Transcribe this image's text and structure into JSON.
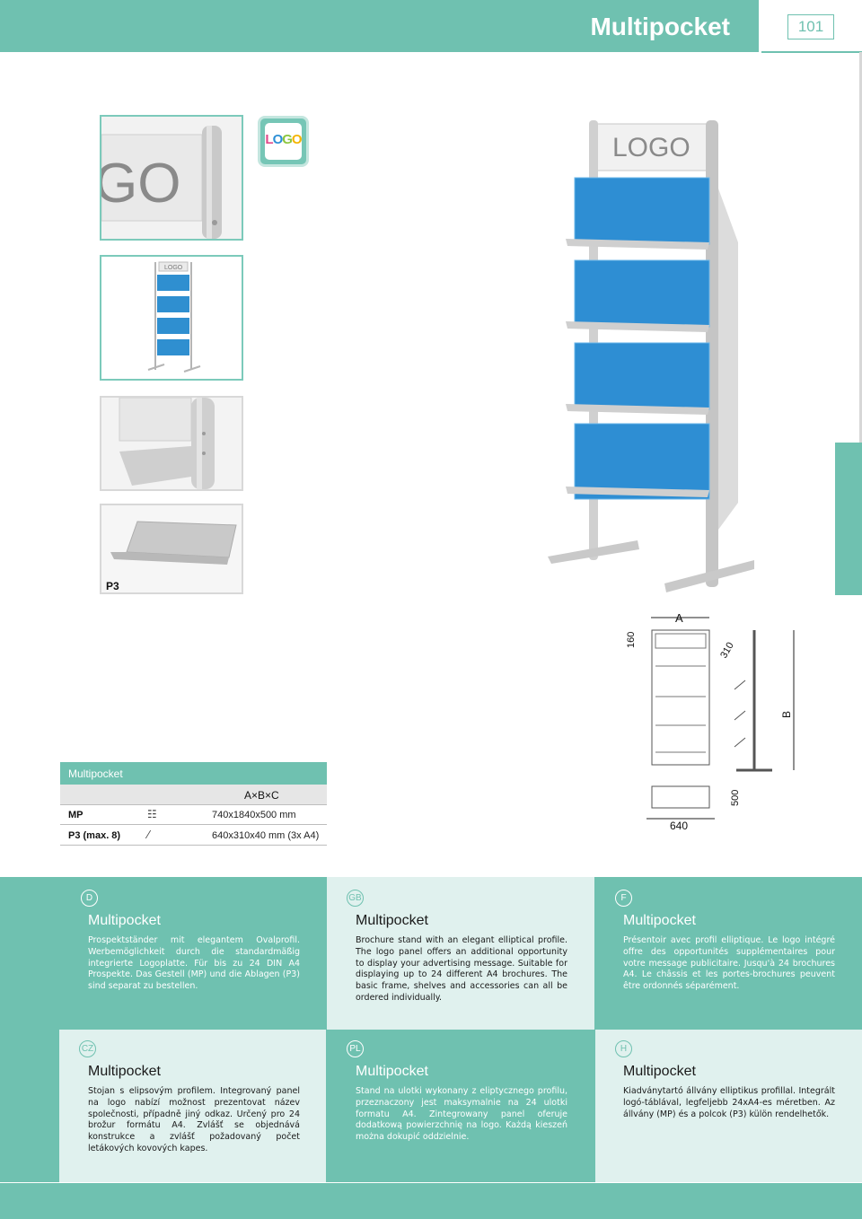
{
  "header": {
    "title": "Multipocket",
    "page_number": "101"
  },
  "images": {
    "logo_badge": "LOGO",
    "panel_logo": "LOGO",
    "p3_label": "P3"
  },
  "drawing": {
    "label_a": "A",
    "label_160": "160",
    "label_310": "310",
    "label_b": "B",
    "label_500": "500",
    "label_640": "640"
  },
  "spec_table": {
    "title": "Multipocket",
    "column_header": "A×B×C",
    "rows": [
      {
        "code": "MP",
        "icon": "stand-icon",
        "dims": "740x1840x500 mm"
      },
      {
        "code": "P3 (max. 8)",
        "icon": "shelf-icon",
        "dims": "640x310x40 mm (3x A4)"
      }
    ]
  },
  "descriptions": [
    {
      "lang": "D",
      "title": "Multipocket",
      "text": "Prospektständer mit elegantem Ovalprofil. Werbemöglichkeit durch die standardmäßig integrierte Logoplatte. Für bis zu 24 DIN A4 Prospekte. Das Gestell (MP) und die Ablagen (P3) sind separat zu bestellen."
    },
    {
      "lang": "GB",
      "title": "Multipocket",
      "text": "Brochure stand with an elegant elliptical profile. The logo panel offers an additional opportunity to display your advertising message. Suitable for displaying up to 24 different A4 brochures. The basic frame, shelves and accessories can all be ordered individually."
    },
    {
      "lang": "F",
      "title": "Multipocket",
      "text": "Présentoir avec profil elliptique. Le logo intégré offre des opportunités supplémentaires pour votre message publicitaire. Jusqu'à 24 brochures A4. Le châssis et les portes-brochures peuvent être ordonnés séparément."
    },
    {
      "lang": "CZ",
      "title": "Multipocket",
      "text": "Stojan s elipsovým profilem. Integrovaný panel na logo nabízí možnost prezentovat název společnosti, případně jiný odkaz. Určený pro 24 brožur formátu A4. Zvlášť se objednává konstrukce a zvlášť požadovaný počet letákových kovových kapes."
    },
    {
      "lang": "PL",
      "title": "Multipocket",
      "text": "Stand na ulotki wykonany z eliptycznego profilu, przeznaczony jest maksymalnie na 24 ulotki formatu A4. Zintegrowany panel oferuje dodatkową powierzchnię na logo. Każdą kieszeń można dokupić oddzielnie."
    },
    {
      "lang": "H",
      "title": "Multipocket",
      "text": "Kiadványtartó állvány elliptikus profillal. Integrált logó-táblával, legfeljebb 24xA4-es méretben. Az állvány (MP) és a polcok (P3) külön rendelhetők."
    }
  ]
}
